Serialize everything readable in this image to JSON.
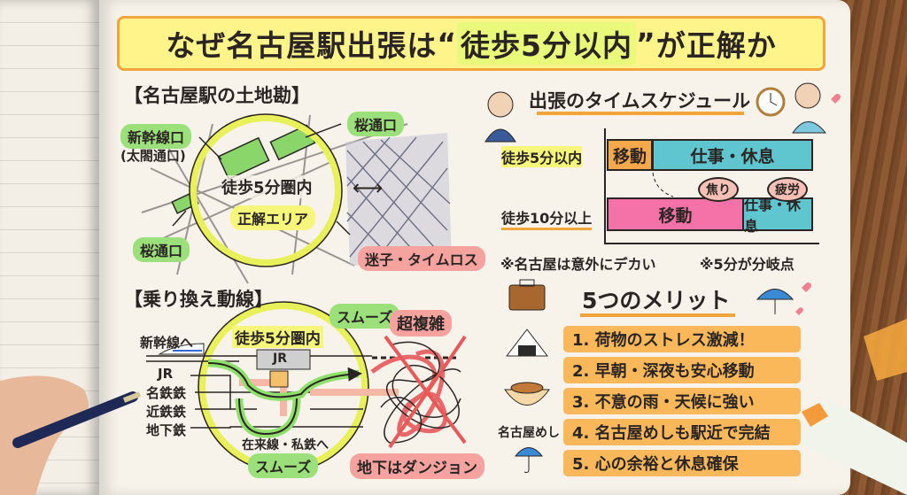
{
  "title": {
    "pre": "なぜ名古屋駅出張は",
    "quote_open": "“",
    "highlight": "徒歩5分以内",
    "quote_close": "”",
    "post": "が正解か"
  },
  "map_section": {
    "heading": "【名古屋駅の土地勘】",
    "shinkansen_exit": "新幹線口",
    "shinkansen_exit_sub": "(太閤通口)",
    "sakura_exit_top": "桜通口",
    "sakura_exit_bottom": "桜通口",
    "center_label": "徒歩5分圏内",
    "center_tag": "正解エリア",
    "arrow": "⟷",
    "warning": "迷子・タイムロス"
  },
  "schedule": {
    "heading": "出張のタイムスケジュール",
    "rows": [
      {
        "label": "徒歩5分以内",
        "segments": [
          {
            "label": "移動",
            "share": 0.22,
            "color": "#f7a84a"
          },
          {
            "label": "仕事・休息",
            "share": 0.78,
            "color": "#5fc6d0"
          }
        ]
      },
      {
        "label": "徒歩10分以上",
        "segments": [
          {
            "label": "移動",
            "share": 0.65,
            "color": "#f572a8"
          },
          {
            "label": "仕事・休息",
            "share": 0.35,
            "color": "#5fc6d0"
          }
        ]
      }
    ],
    "bubbles": [
      "焦り",
      "疲労"
    ],
    "note_left": "※名古屋は意外にデカい",
    "note_right": "※5分が分岐点"
  },
  "transfer_section": {
    "heading": "【乗り換え動線】",
    "smooth_top": "スムーズ",
    "circle_label": "徒歩5分圏内",
    "to_shinkansen": "新幹線へ",
    "lines": [
      "JR",
      "名鉄鉄",
      "近鉄鉄",
      "地下鉄"
    ],
    "station_box": "JR",
    "to_local": "在来線・私鉄へ",
    "smooth_bottom": "スムーズ",
    "complex": "超複雑",
    "dungeon": "地下はダンジョン"
  },
  "merits": {
    "heading": "5つのメリット",
    "items": [
      "1. 荷物のストレス激減！",
      "2. 早朝・深夜も安心移動",
      "3. 不意の雨・天候に強い",
      "4. 名古屋めしも駅近で完結",
      "5. 心の余裕と休息確保"
    ],
    "food_label": "名古屋めし"
  },
  "colors": {
    "accent_orange": "#f2a53b",
    "highlight_yellow": "#f6f67a",
    "green": "#9be07a",
    "pink": "#f6a3a0",
    "teal": "#5fc6d0"
  }
}
